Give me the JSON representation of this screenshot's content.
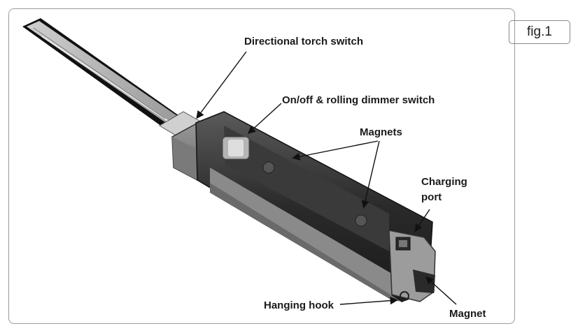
{
  "figure": {
    "tag": "fig.1",
    "labels": {
      "directional_torch_switch": "Directional torch switch",
      "on_off_dimmer": "On/off & rolling dimmer switch",
      "magnets": "Magnets",
      "charging_port_line1": "Charging",
      "charging_port_line2": "port",
      "hanging_hook": "Hanging hook",
      "magnet": "Magnet"
    }
  }
}
